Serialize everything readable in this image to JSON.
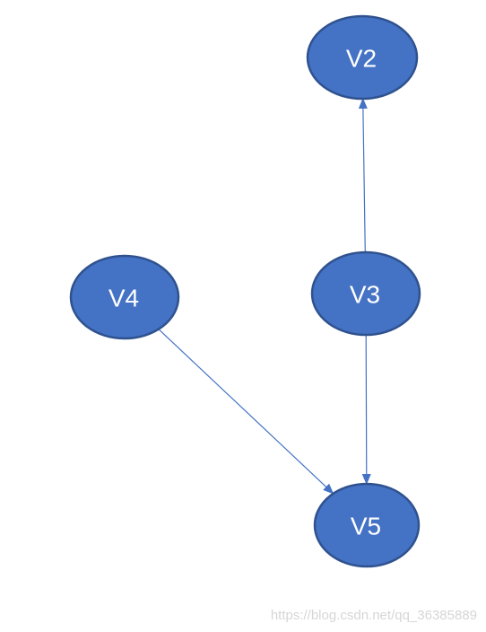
{
  "diagram": {
    "colors": {
      "node_fill": "#4472c4",
      "node_stroke": "#2f528f",
      "edge": "#4472c4",
      "label": "#ffffff"
    },
    "nodes": [
      {
        "id": "V2",
        "label": "V2"
      },
      {
        "id": "V3",
        "label": "V3"
      },
      {
        "id": "V4",
        "label": "V4"
      },
      {
        "id": "V5",
        "label": "V5"
      }
    ],
    "edges": [
      {
        "from": "V3",
        "to": "V2",
        "directed": true
      },
      {
        "from": "V3",
        "to": "V5",
        "directed": true
      },
      {
        "from": "V4",
        "to": "V5",
        "directed": true
      }
    ]
  },
  "watermark": "https://blog.csdn.net/qq_36385889"
}
